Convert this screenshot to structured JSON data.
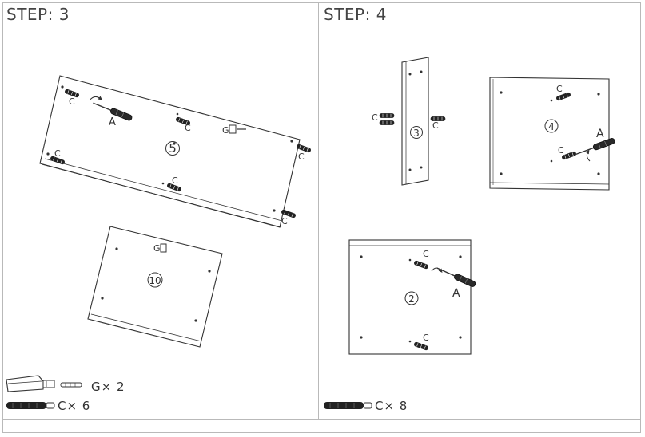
{
  "steps": {
    "step3": {
      "title": "STEP: 3",
      "panel_5_number": "5",
      "panel_10_number": "10",
      "label_c": "C",
      "label_a": "A",
      "label_g": "G",
      "hardware": [
        {
          "code": "G",
          "quantity_label": "G× 2"
        },
        {
          "code": "C",
          "quantity_label": "C× 6"
        }
      ]
    },
    "step4": {
      "title": "STEP: 4",
      "panel_3_number": "3",
      "panel_4_number": "4",
      "panel_2_number": "2",
      "label_c": "C",
      "label_a": "A",
      "hardware": [
        {
          "code": "C",
          "quantity_label": "C× 8"
        }
      ]
    }
  },
  "icons": {
    "cam-lock": "cam-lock-icon",
    "dowel": "wooden-dowel-icon",
    "screwdriver": "screwdriver-icon",
    "rotation-arrow": "rotation-arrow-icon"
  },
  "colors": {
    "line": "#333333",
    "frame": "#b9b9b9",
    "dowel_fill": "#222222"
  }
}
